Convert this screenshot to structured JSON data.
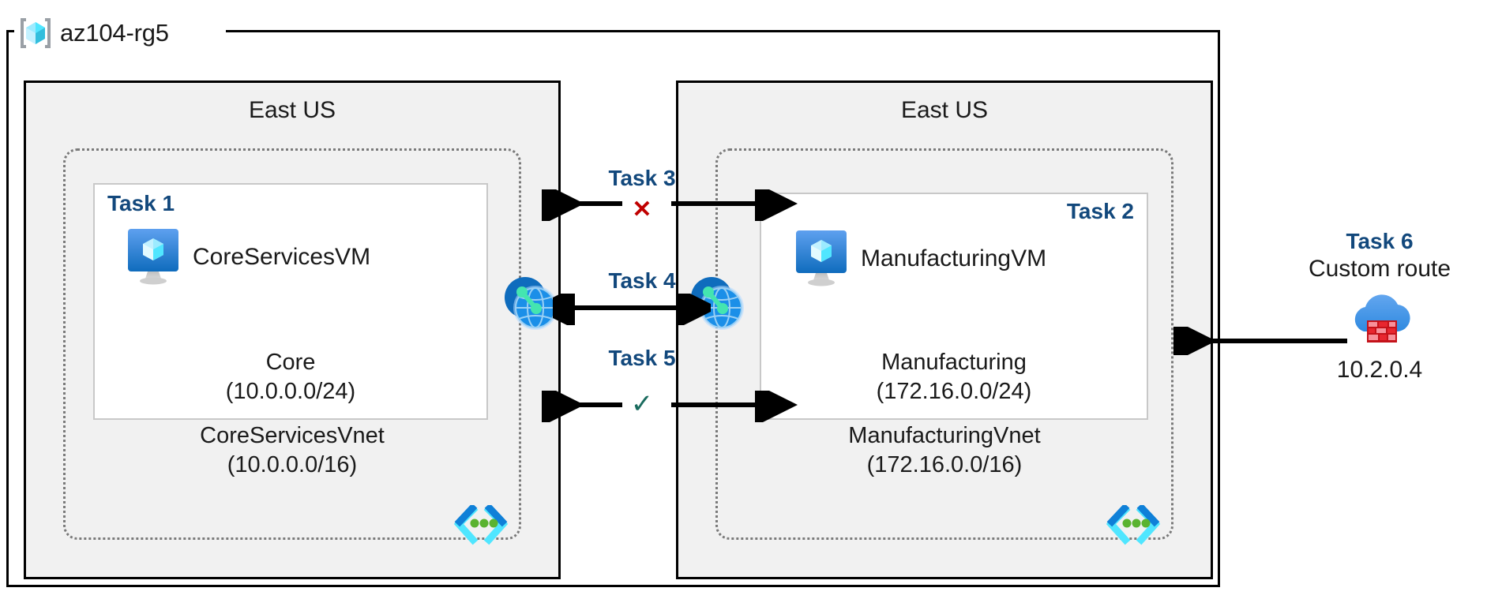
{
  "resource_group": {
    "name": "az104-rg5",
    "icon": "azure-resource-group-icon"
  },
  "regions": [
    {
      "id": "left",
      "label": "East US"
    },
    {
      "id": "right",
      "label": "East US"
    }
  ],
  "vnets": [
    {
      "id": "core",
      "name": "CoreServicesVnet",
      "cidr": "(10.0.0.0/16)",
      "icon": "vnet-icon",
      "subnet": {
        "task_tag": "Task 1",
        "vm_name": "CoreServicesVM",
        "vm_icon": "virtual-machine-icon",
        "name": "Core",
        "cidr": "(10.0.0.0/24)"
      }
    },
    {
      "id": "manufacturing",
      "name": "ManufacturingVnet",
      "cidr": "(172.16.0.0/16)",
      "icon": "vnet-icon",
      "subnet": {
        "task_tag": "Task 2",
        "vm_name": "ManufacturingVM",
        "vm_icon": "virtual-machine-icon",
        "name": "Manufacturing",
        "cidr": "(172.16.0.0/24)"
      }
    }
  ],
  "connections": [
    {
      "id": "task3",
      "label": "Task 3",
      "mark": "✕",
      "mark_kind": "fail",
      "mark_color": "#c00000"
    },
    {
      "id": "task4",
      "label": "Task 4",
      "mark": "",
      "mark_kind": "none",
      "mark_color": ""
    },
    {
      "id": "task5",
      "label": "Task 5",
      "mark": "✓",
      "mark_kind": "ok",
      "mark_color": "#1a6b5e"
    }
  ],
  "peering": {
    "left_icon": "vnet-peering-icon",
    "right_icon": "vnet-peering-icon"
  },
  "task6": {
    "tag": "Task 6",
    "subtitle": "Custom route",
    "icon": "azure-firewall-icon",
    "ip": "10.2.0.4"
  },
  "colors": {
    "task_blue": "#12487c",
    "fail_red": "#c00000",
    "ok_green": "#1a6b5e",
    "region_fill": "#f1f1f1",
    "vnet_dash": "#7a7a7a",
    "azure_blue": "#0078d4",
    "cube_cyan": "#50e6ff"
  }
}
